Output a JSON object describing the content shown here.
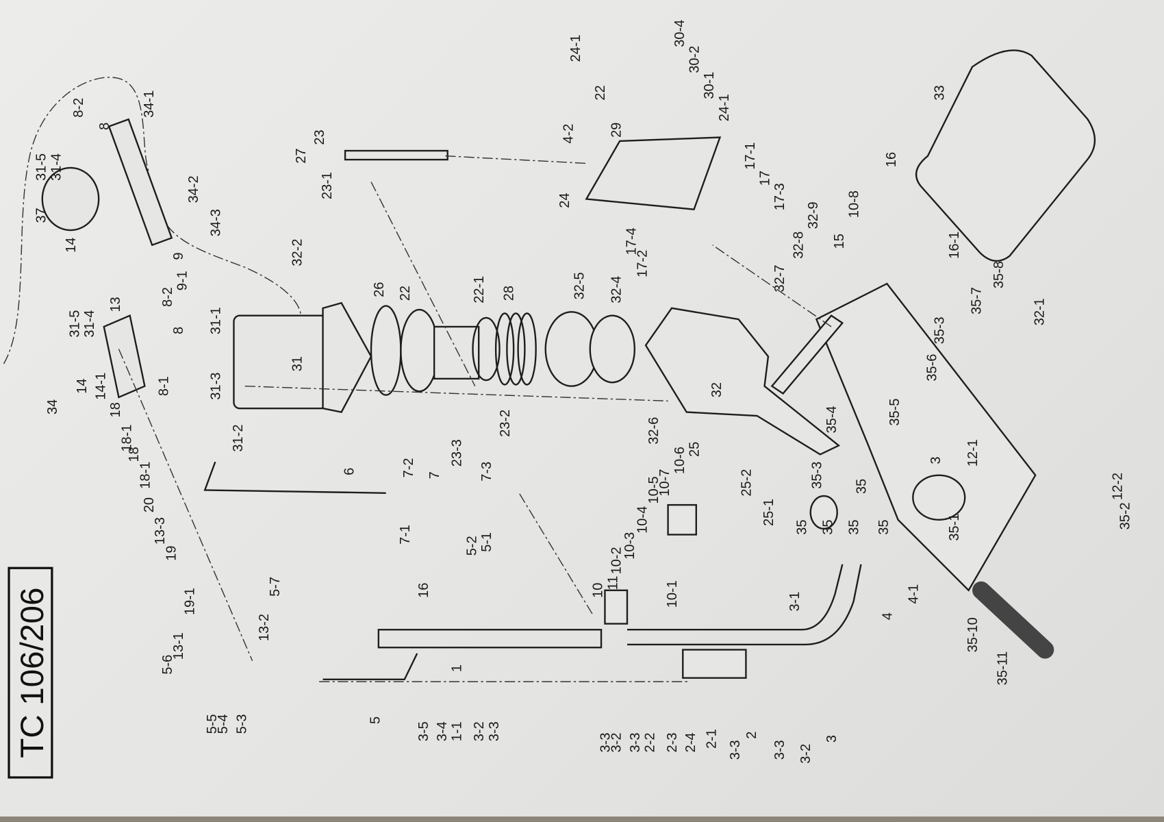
{
  "title": "TC 106/206",
  "labels": [
    "34",
    "14",
    "14-1",
    "18",
    "18-1",
    "18",
    "18-1",
    "20",
    "13-3",
    "19",
    "19-1",
    "13-1",
    "5-6",
    "5-5",
    "5-4",
    "5-3",
    "13-2",
    "5-7",
    "8-1",
    "31-5",
    "31-4",
    "13",
    "8-2",
    "9-1",
    "9",
    "14",
    "37",
    "31-5",
    "31-4",
    "8-2",
    "8",
    "34-1",
    "34-2",
    "34-3",
    "8",
    "31-1",
    "31-3",
    "31-2",
    "31",
    "32-2",
    "26",
    "22",
    "22-1",
    "28",
    "32-5",
    "32-4",
    "27",
    "23",
    "23-1",
    "6",
    "7-2",
    "7",
    "7-3",
    "7-1",
    "5-2",
    "5-1",
    "16",
    "5",
    "23-3",
    "23-2",
    "32-6",
    "32",
    "1",
    "1-1",
    "3-4",
    "3-5",
    "3-2",
    "3-3",
    "10",
    "11",
    "10-2",
    "10-3",
    "10-4",
    "10-5",
    "10-7",
    "10-6",
    "25",
    "25-2",
    "25-1",
    "10-1",
    "3-3",
    "3-2",
    "3-3",
    "2-2",
    "2-3",
    "2-4",
    "2-1",
    "3-3",
    "2",
    "3-3",
    "3-2",
    "3",
    "3-1",
    "4",
    "4-1",
    "35",
    "35",
    "35",
    "35",
    "35",
    "35-3",
    "35-1",
    "35-2",
    "12-1",
    "12-2",
    "3",
    "35-4",
    "35-5",
    "35-6",
    "35-3",
    "35-7",
    "35-8",
    "32-1",
    "16-1",
    "10-8",
    "15",
    "16",
    "33",
    "32-7",
    "32-8",
    "32-9",
    "17-3",
    "17",
    "17-1",
    "17-4",
    "17-2",
    "24",
    "4-2",
    "29",
    "22",
    "24-1",
    "30-4",
    "30-2",
    "30-1",
    "24-1",
    "35-10",
    "35-11"
  ]
}
